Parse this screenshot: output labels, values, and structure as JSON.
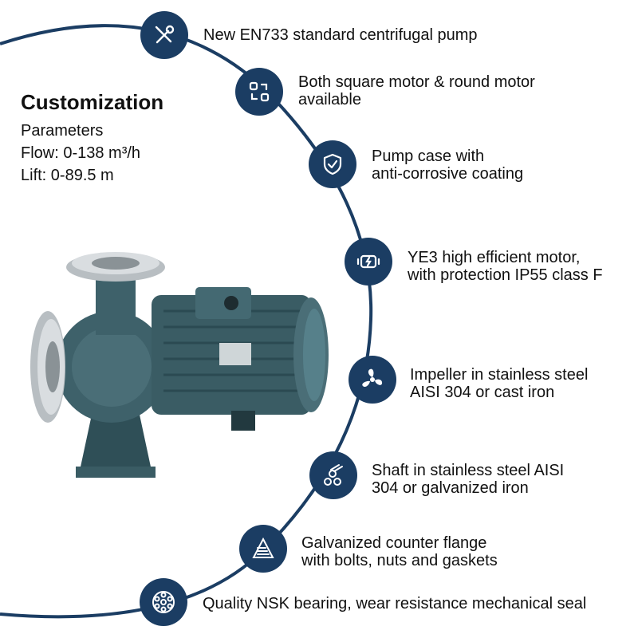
{
  "customization": {
    "title": "Customization",
    "parameters_label": "Parameters",
    "flow": "Flow: 0-138 m³/h",
    "lift": "Lift: 0-89.5 m"
  },
  "features": [
    {
      "icon": "tools-icon",
      "lines": [
        "New EN733 standard centrifugal pump"
      ]
    },
    {
      "icon": "swap-icon",
      "lines": [
        "Both square motor & round motor",
        "available"
      ]
    },
    {
      "icon": "shield-check-icon",
      "lines": [
        "Pump case with",
        "anti-corrosive coating"
      ]
    },
    {
      "icon": "motor-icon",
      "lines": [
        "YE3 high efficient motor,",
        "with protection IP55 class F"
      ]
    },
    {
      "icon": "fan-icon",
      "lines": [
        "Impeller in stainless steel",
        "AISI 304 or cast iron"
      ]
    },
    {
      "icon": "shafts-icon",
      "lines": [
        "Shaft in stainless steel AISI",
        "304 or galvanized iron"
      ]
    },
    {
      "icon": "flange-icon",
      "lines": [
        "Galvanized counter flange",
        "with bolts, nuts and gaskets"
      ]
    },
    {
      "icon": "bearing-icon",
      "lines": [
        "Quality NSK bearing, wear resistance mechanical seal"
      ]
    }
  ],
  "colors": {
    "accent": "#1b3d63",
    "pump_body": "#3a5c64"
  }
}
